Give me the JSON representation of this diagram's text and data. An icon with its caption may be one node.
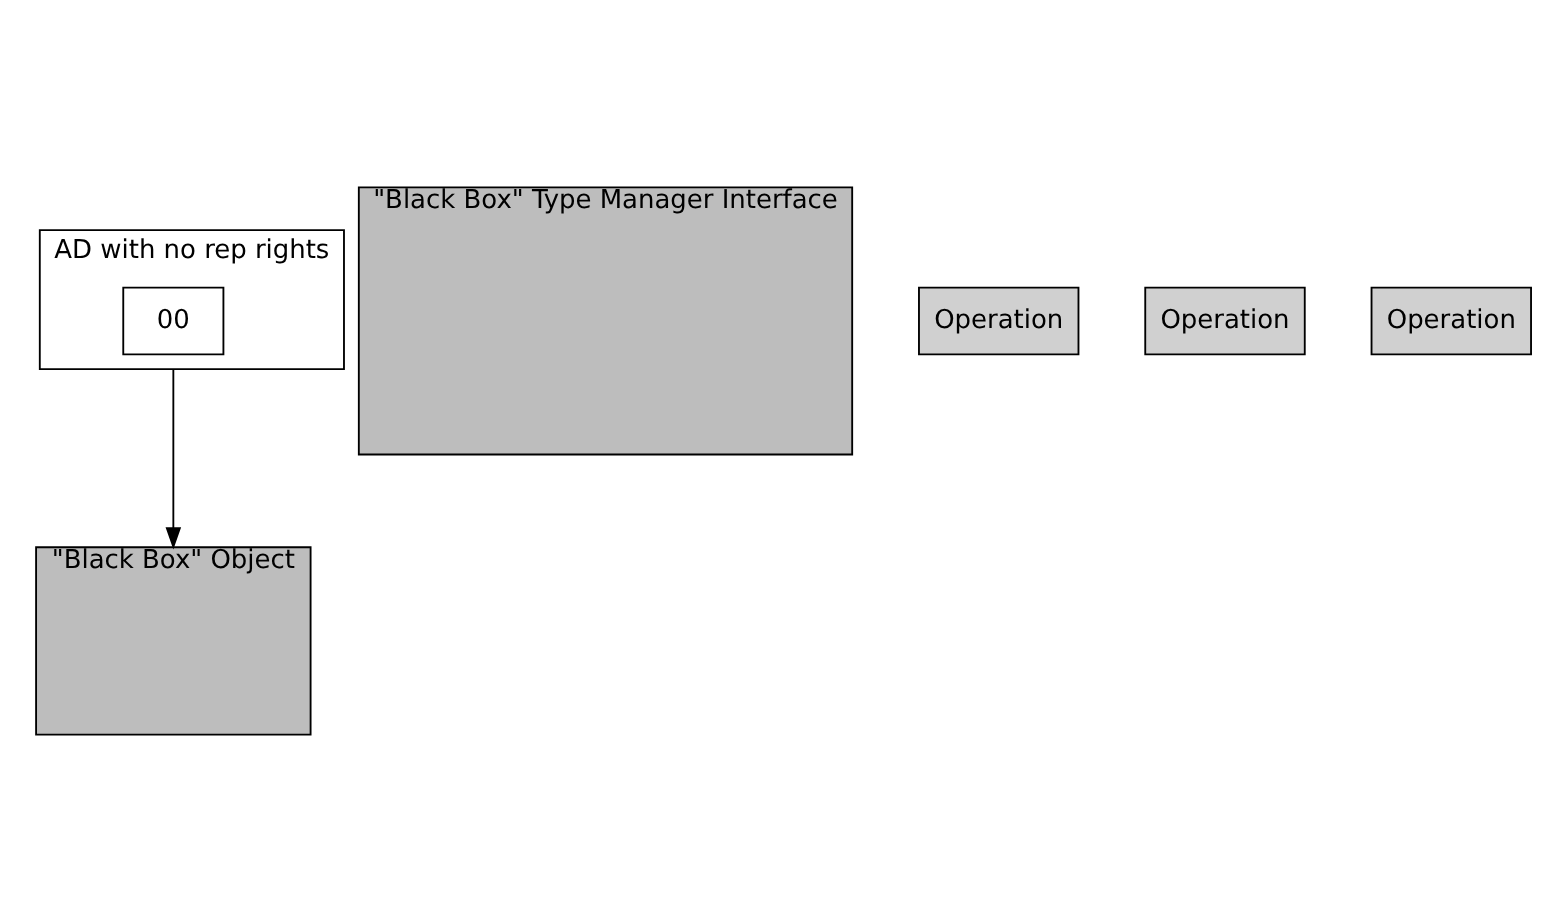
{
  "diagram": {
    "nodes": [
      {
        "text": [
          "AD with no rep rights"
        ]
      },
      {
        "text": [
          "00"
        ],
        "in": 0
      },
      {
        "text": [
          "\"Black Box\" Object"
        ]
      },
      {
        "text": [
          "\"Black Box\" Type Manager Interface"
        ]
      },
      {
        "text": [
          "Operation"
        ]
      },
      {
        "text": [
          "Operation"
        ]
      },
      {
        "text": [
          "Operation"
        ]
      }
    ],
    "edges": [
      {
        "from": 0,
        "to": 2,
        "arrow": "to"
      }
    ]
  }
}
